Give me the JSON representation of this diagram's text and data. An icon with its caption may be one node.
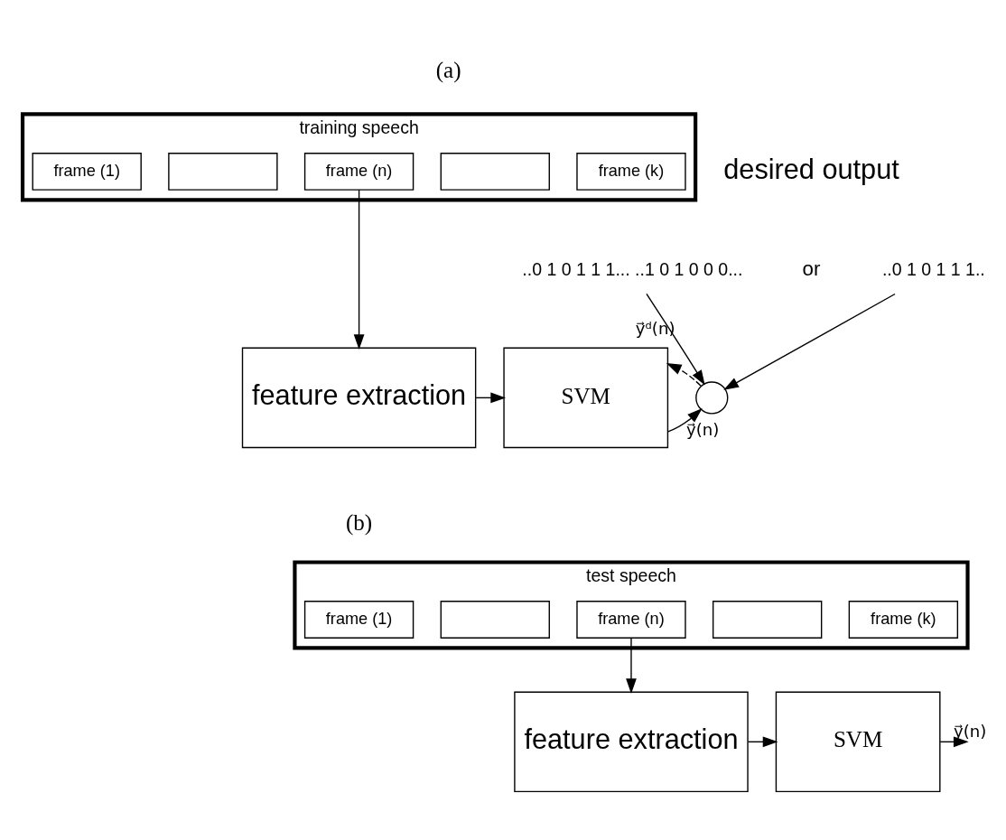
{
  "diagram": {
    "nodes": [
      {
        "text": [
          "training speech"
        ]
      },
      {
        "text": [
          "frame (1)"
        ],
        "in": 0
      },
      {
        "text": [],
        "shape": "box",
        "in": 0
      },
      {
        "text": [
          "frame (n)"
        ],
        "in": 0
      },
      {
        "text": [],
        "shape": "box",
        "in": 0
      },
      {
        "text": [
          "frame (k)"
        ],
        "in": 0
      },
      {
        "text": [
          "feature extraction"
        ]
      },
      {
        "text": [
          "SVM"
        ]
      },
      {
        "text": [],
        "shape": "circle"
      },
      {
        "text": [
          "..0 1 0 1 1 1... ..1 0 1 0 0 0..."
        ]
      },
      {
        "text": [
          "..0 1 0 1 1 1.."
        ]
      },
      {
        "text": [
          "test speech"
        ]
      },
      {
        "text": [
          "frame (1)"
        ],
        "in": 11
      },
      {
        "text": [],
        "shape": "box",
        "in": 11
      },
      {
        "text": [
          "frame (n)"
        ],
        "in": 11
      },
      {
        "text": [],
        "shape": "box",
        "in": 11
      },
      {
        "text": [
          "frame (k)"
        ],
        "in": 11
      },
      {
        "text": [
          "feature extraction"
        ]
      },
      {
        "text": [
          "SVM"
        ]
      }
    ],
    "edges": [
      {
        "from": 3,
        "to": 6,
        "arrow": "to"
      },
      {
        "from": 6,
        "to": 7,
        "arrow": "to"
      },
      {
        "from": 7,
        "to": 8,
        "arrow": "to",
        "label": "y⃗(n)"
      },
      {
        "from": 9,
        "to": 8,
        "arrow": "to",
        "label": "y⃗ᵈ(n)"
      },
      {
        "from": 10,
        "to": 8,
        "arrow": "to"
      },
      {
        "from": 8,
        "to": 7,
        "arrow": "to",
        "style": "dashed"
      },
      {
        "from": 14,
        "to": 17,
        "arrow": "to"
      },
      {
        "from": 17,
        "to": 18,
        "arrow": "to"
      },
      {
        "from": 18,
        "to": null,
        "arrow": "to",
        "label": "y⃗(n)"
      }
    ],
    "labels": [
      "(a)",
      "desired output",
      "or",
      "(b)"
    ]
  }
}
